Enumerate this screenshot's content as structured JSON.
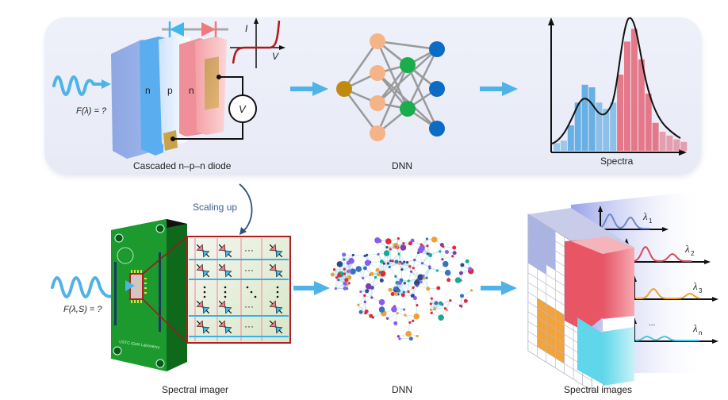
{
  "top_panel": {
    "diode": {
      "input_label": "F(λ) = ?",
      "layers": [
        "n",
        "p",
        "n"
      ],
      "meter_label": "V",
      "iv_axis_y": "I",
      "iv_axis_x": "V",
      "caption": "Cascaded n–p–n diode"
    },
    "dnn": {
      "caption": "DNN",
      "layers": [
        1,
        4,
        2,
        3
      ],
      "colors": [
        "#c08a10",
        "#f5b487",
        "#1aad4c",
        "#0a6cc4"
      ]
    },
    "spectra": {
      "caption": "Spectra",
      "bars": [
        0.06,
        0.08,
        0.2,
        0.38,
        0.52,
        0.5,
        0.38,
        0.33,
        0.38,
        0.6,
        0.86,
        0.96,
        0.72,
        0.45,
        0.22,
        0.15,
        0.12,
        0.09,
        0.07
      ],
      "blue_count": 9,
      "blue_color": "#5aa9e0",
      "red_color": "#e36b7d"
    }
  },
  "scaling": {
    "label": "Scaling up"
  },
  "bottom": {
    "imager": {
      "input_label": "F(λ,S) = ?",
      "board_text": "USTC iGaN Laboratory",
      "caption": "Spectral imager",
      "array_ellipsis": "···"
    },
    "dnn": {
      "caption": "DNN"
    },
    "images": {
      "caption": "Spectral images",
      "channels": [
        {
          "label": "λ",
          "sub": "1",
          "color": "#6f86cc"
        },
        {
          "label": "λ",
          "sub": "2",
          "color": "#d44a5c"
        },
        {
          "label": "λ",
          "sub": "3",
          "color": "#f0a030"
        },
        {
          "label": "λ",
          "sub": "n",
          "color": "#48c8e0"
        }
      ],
      "ellipsis": "..."
    }
  },
  "colors": {
    "arrow": "#4fb3e8",
    "panel_bg": "#eceef8",
    "pcb": "#1c9a2e",
    "frame_red": "#b01e24"
  }
}
